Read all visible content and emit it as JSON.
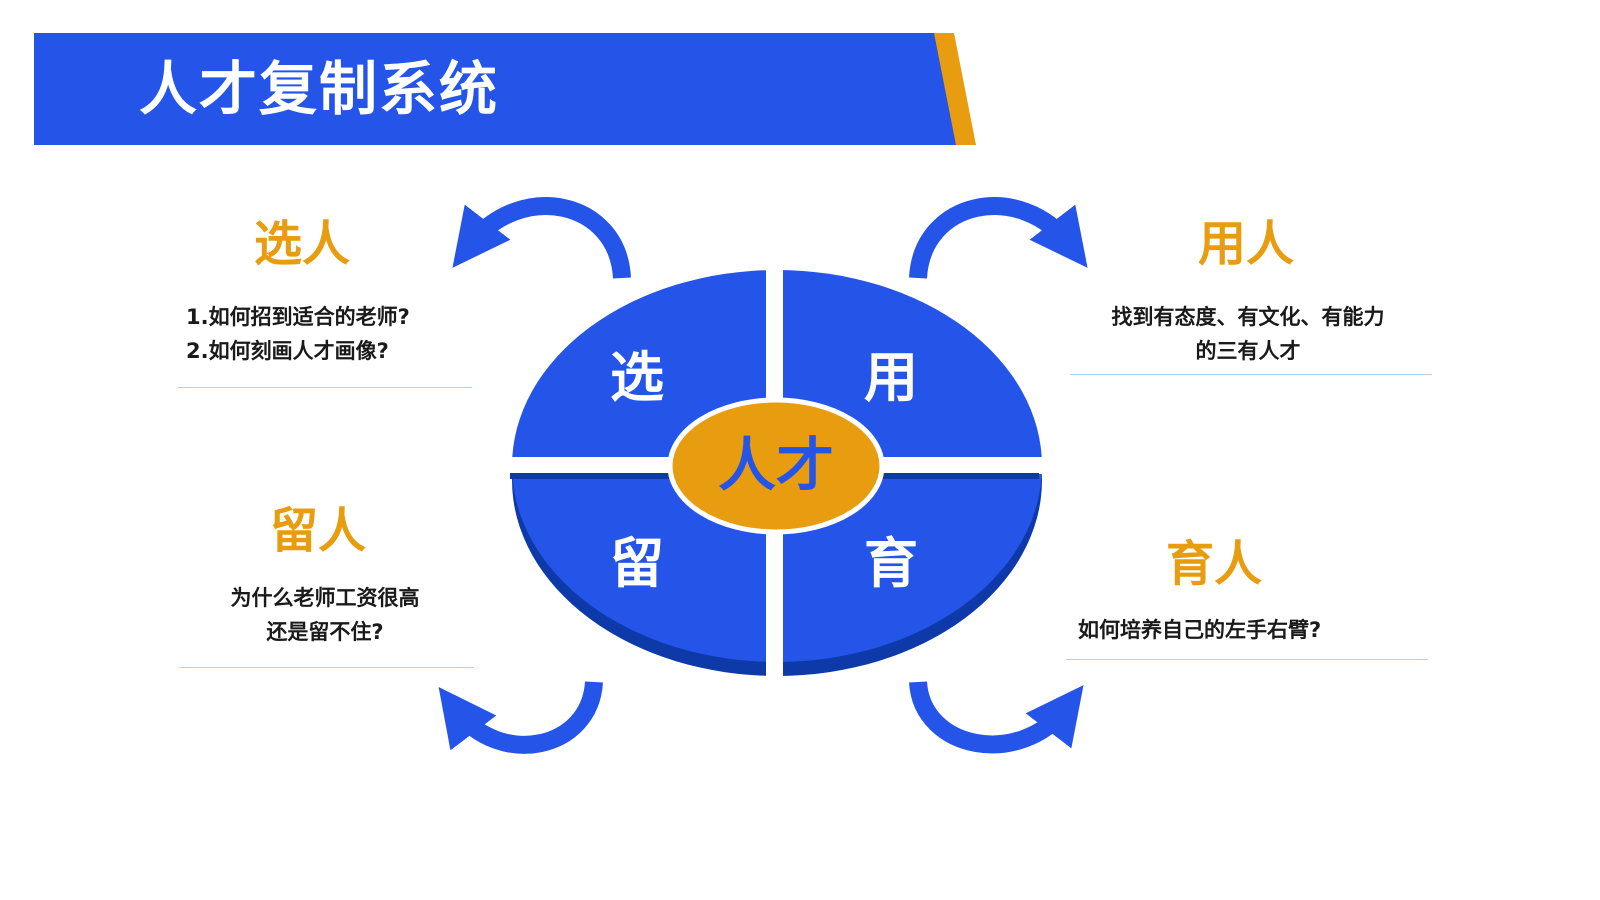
{
  "header": {
    "title": "人才复制系统"
  },
  "colors": {
    "primary_blue": "#2454e8",
    "accent_orange": "#e89c0f",
    "dark_blue_edge": "#0d3aa8",
    "text_dark": "#1a1a1a"
  },
  "wheel": {
    "center": "人才",
    "quadrants": {
      "top_left": "选",
      "top_right": "用",
      "bottom_left": "留",
      "bottom_right": "育"
    }
  },
  "sections": {
    "select": {
      "title": "选人",
      "lines": [
        "1.如何招到适合的老师?",
        "2.如何刻画人才画像?"
      ]
    },
    "use": {
      "title": "用人",
      "lines": [
        "找到有态度、有文化、有能力",
        "的三有人才"
      ]
    },
    "retain": {
      "title": "留人",
      "lines": [
        "为什么老师工资很高",
        "还是留不住?"
      ]
    },
    "develop": {
      "title": "育人",
      "lines": [
        "如何培养自己的左手右臂?"
      ]
    }
  }
}
